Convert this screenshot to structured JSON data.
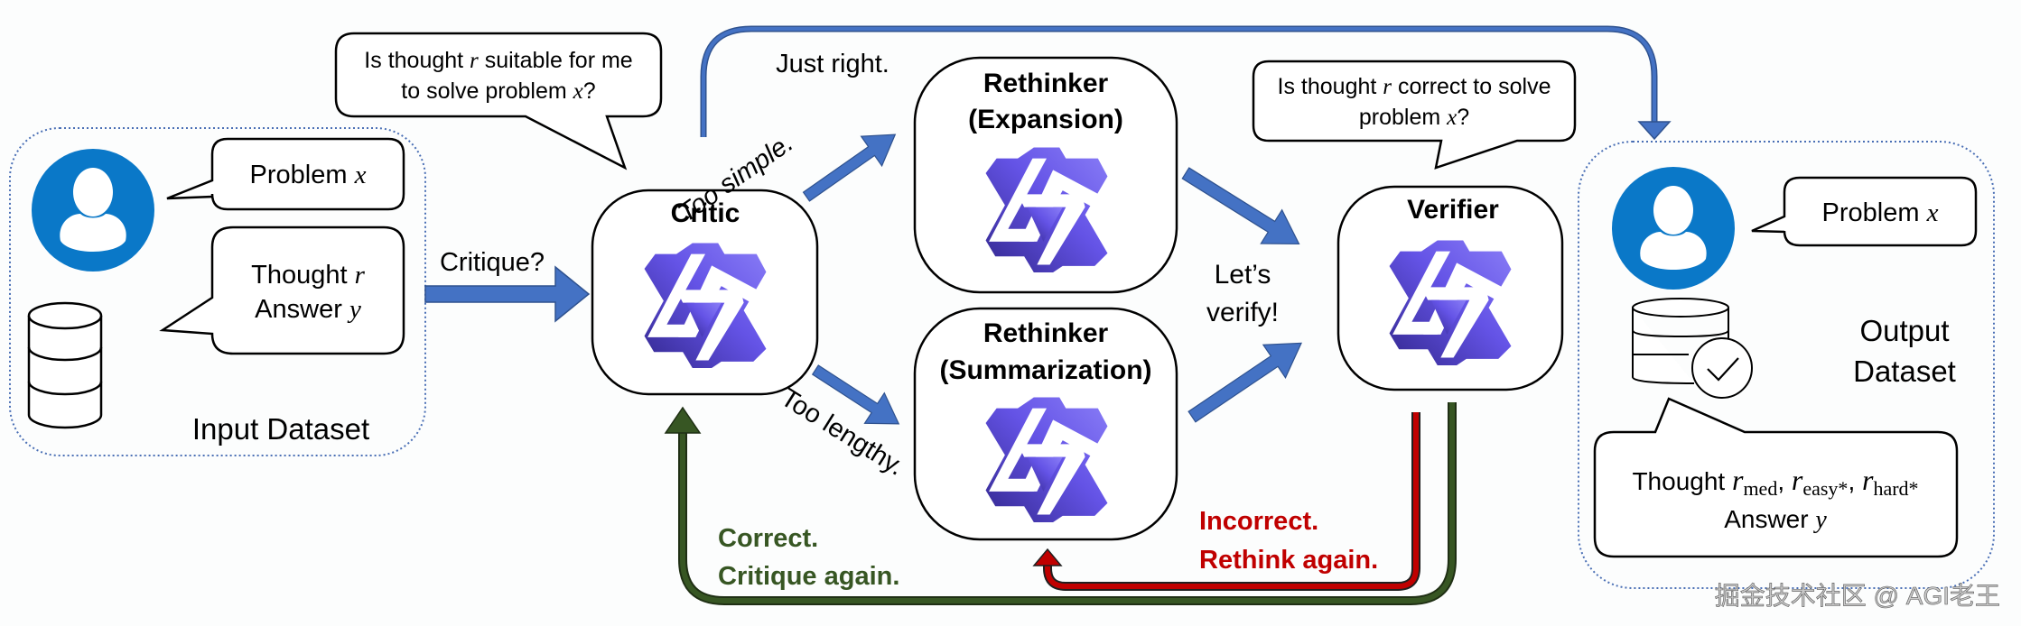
{
  "input_dataset": {
    "label": "Input Dataset",
    "problem_bubble": {
      "text": "Problem ",
      "var": "x"
    },
    "thought_bubble": {
      "line1_text": "Thought ",
      "line1_var": "r",
      "line2_text": "Answer ",
      "line2_var": "y"
    }
  },
  "critique_label": "Critique?",
  "critic_question": {
    "line1_pre": "Is thought ",
    "line1_var": "r",
    "line1_post": " suitable for me",
    "line2_pre": "to solve problem ",
    "line2_var": "x",
    "line2_post": "?"
  },
  "critic": {
    "title": "Critic"
  },
  "edges": {
    "just_right": "Just right.",
    "too_simple": "Too simple.",
    "too_lengthy": "Too lengthy.",
    "lets_verify_1": "Let’s",
    "lets_verify_2": "verify!",
    "correct_1": "Correct.",
    "correct_2": "Critique again.",
    "incorrect_1": "Incorrect.",
    "incorrect_2": "Rethink again."
  },
  "rethinker_expansion": {
    "title1": "Rethinker",
    "title2": "(Expansion)"
  },
  "rethinker_summarization": {
    "title1": "Rethinker",
    "title2": "(Summarization)"
  },
  "verifier_question": {
    "line1_pre": "Is thought ",
    "line1_var": "r",
    "line1_post": " correct to solve",
    "line2_pre": "problem ",
    "line2_var": "x",
    "line2_post": "?"
  },
  "verifier": {
    "title": "Verifier"
  },
  "output_dataset": {
    "label1": "Output",
    "label2": "Dataset",
    "problem_bubble": {
      "text": "Problem ",
      "var": "x"
    },
    "thought_bubble": {
      "line1_text": "Thought ",
      "r": "r",
      "sub_med": "med",
      "sub_easy": "easy*",
      "sub_hard": "hard*",
      "sep": ", ",
      "line2_text": "Answer ",
      "line2_var": "y"
    }
  },
  "watermark": "掘金技术社区 @ AGI老王",
  "colors": {
    "arrow_blue": "#4472c4",
    "arrow_blue_dark": "#2f528f",
    "green": "#375623",
    "red": "#c00000",
    "person_blue": "#0a78c8",
    "logo_dark": "#3b2f9a",
    "logo_light": "#7a6cf5",
    "dotted_border": "#4a6fb5"
  }
}
